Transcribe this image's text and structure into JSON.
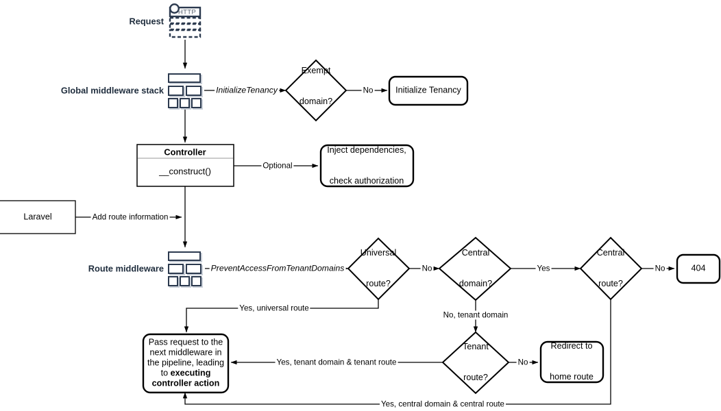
{
  "diagram": {
    "title": "Laravel multi-tenancy request lifecycle flowchart",
    "colors": {
      "stroke": "#000000",
      "icon": "#2c3a4f",
      "icon_shadow": "#c9cfd8",
      "divider": "#9a9a9a",
      "background": "#ffffff"
    },
    "side_labels": [
      {
        "id": "request",
        "text": "Request"
      },
      {
        "id": "global-middleware-stack",
        "text": "Global middleware stack"
      },
      {
        "id": "route-middleware",
        "text": "Route middleware"
      }
    ],
    "icons": [
      {
        "id": "http-request-icon",
        "name": "http-request-icon",
        "label": "HTTP"
      },
      {
        "id": "global-middleware-icon",
        "name": "middleware-stack-icon"
      },
      {
        "id": "route-middleware-icon",
        "name": "middleware-stack-icon"
      }
    ],
    "nodes": [
      {
        "id": "exempt-domain",
        "shape": "diamond",
        "lines": [
          "Exempt",
          "domain?"
        ]
      },
      {
        "id": "initialize-tenancy",
        "shape": "rounded",
        "lines": [
          "Initialize Tenancy"
        ]
      },
      {
        "id": "controller",
        "shape": "class",
        "title": "Controller",
        "method": "__construct()"
      },
      {
        "id": "inject-dependencies",
        "shape": "rounded",
        "lines": [
          "Inject dependencies,",
          "check authorization"
        ]
      },
      {
        "id": "laravel",
        "shape": "rect",
        "lines": [
          "Laravel"
        ]
      },
      {
        "id": "universal-route",
        "shape": "diamond",
        "lines": [
          "Universal",
          "route?"
        ]
      },
      {
        "id": "central-domain",
        "shape": "diamond",
        "lines": [
          "Central",
          "domain?"
        ]
      },
      {
        "id": "central-route",
        "shape": "diamond",
        "lines": [
          "Central",
          "route?"
        ]
      },
      {
        "id": "not-found",
        "shape": "rounded",
        "lines": [
          "404"
        ]
      },
      {
        "id": "tenant-route",
        "shape": "diamond",
        "lines": [
          "Tenant",
          "route?"
        ]
      },
      {
        "id": "redirect-home",
        "shape": "rounded",
        "lines": [
          "Redirect to",
          "home route"
        ]
      },
      {
        "id": "pass-request",
        "shape": "rounded",
        "text_plain": "Pass request to the next middleware in the pipeline, leading to ",
        "text_bold": "executing controller action"
      }
    ],
    "edge_labels": [
      {
        "id": "initialize-tenancy-edge",
        "text": "InitializeTenancy",
        "italic": true
      },
      {
        "id": "exempt-no-edge",
        "text": "No",
        "italic": false
      },
      {
        "id": "optional-edge",
        "text": "Optional",
        "italic": false
      },
      {
        "id": "add-route-information-edge",
        "text": "Add route information",
        "italic": false
      },
      {
        "id": "prevent-access-edge",
        "text": "PreventAccessFromTenantDomains",
        "italic": true
      },
      {
        "id": "universal-no-edge",
        "text": "No",
        "italic": false
      },
      {
        "id": "central-domain-yes-edge",
        "text": "Yes",
        "italic": false
      },
      {
        "id": "central-route-no-edge",
        "text": "No",
        "italic": false
      },
      {
        "id": "no-tenant-domain-edge",
        "text": "No, tenant domain",
        "italic": false
      },
      {
        "id": "tenant-route-no-edge",
        "text": "No",
        "italic": false
      },
      {
        "id": "yes-universal-route-edge",
        "text": "Yes, universal route",
        "italic": false
      },
      {
        "id": "yes-tenant-edge",
        "text": "Yes, tenant domain & tenant route",
        "italic": false
      },
      {
        "id": "yes-central-edge",
        "text": "Yes, central domain & central route",
        "italic": false
      }
    ]
  }
}
